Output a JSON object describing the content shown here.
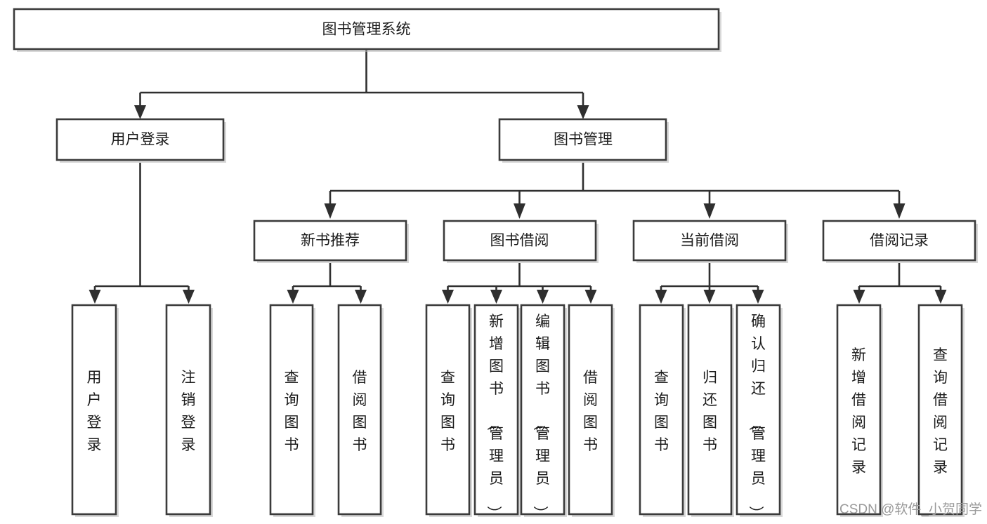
{
  "diagram": {
    "title": "图书管理系统",
    "type": "function-structure-tree",
    "watermark": "CSDN @软件_小贺同学",
    "colors": {
      "box_fill": "#ffffff",
      "box_stroke": "#3b3b3b",
      "connector": "#2f2f2f",
      "text": "#1b1b1b",
      "watermark": "#9a9a9a",
      "background": "#ffffff"
    },
    "root": {
      "id": "root",
      "label": "图书管理系统",
      "orientation": "horizontal"
    },
    "level2": [
      {
        "id": "user-login",
        "label": "用户登录",
        "orientation": "horizontal"
      },
      {
        "id": "book-manage",
        "label": "图书管理",
        "orientation": "horizontal"
      }
    ],
    "level3": [
      {
        "id": "new-book-rec",
        "label": "新书推荐",
        "orientation": "horizontal",
        "parent": "book-manage"
      },
      {
        "id": "book-borrow",
        "label": "图书借阅",
        "orientation": "horizontal",
        "parent": "book-manage"
      },
      {
        "id": "current-borrow",
        "label": "当前借阅",
        "orientation": "horizontal",
        "parent": "book-manage"
      },
      {
        "id": "borrow-record",
        "label": "借阅记录",
        "orientation": "horizontal",
        "parent": "book-manage"
      }
    ],
    "leaves": [
      {
        "id": "leaf-user-login",
        "label": "用户登录",
        "orientation": "vertical",
        "parent": "user-login"
      },
      {
        "id": "leaf-user-logout",
        "label": "注销登录",
        "orientation": "vertical",
        "parent": "user-login"
      },
      {
        "id": "leaf-query-book-1",
        "label": "查询图书",
        "orientation": "vertical",
        "parent": "new-book-rec"
      },
      {
        "id": "leaf-borrow-book-1",
        "label": "借阅图书",
        "orientation": "vertical",
        "parent": "new-book-rec"
      },
      {
        "id": "leaf-query-book-2",
        "label": "查询图书",
        "orientation": "vertical",
        "parent": "book-borrow"
      },
      {
        "id": "leaf-add-book",
        "label": "新增图书（管理员）",
        "orientation": "vertical",
        "parent": "book-borrow"
      },
      {
        "id": "leaf-edit-book",
        "label": "编辑图书（管理员）",
        "orientation": "vertical",
        "parent": "book-borrow"
      },
      {
        "id": "leaf-borrow-book-2",
        "label": "借阅图书",
        "orientation": "vertical",
        "parent": "book-borrow"
      },
      {
        "id": "leaf-query-book-3",
        "label": "查询图书",
        "orientation": "vertical",
        "parent": "current-borrow"
      },
      {
        "id": "leaf-return-book",
        "label": "归还图书",
        "orientation": "vertical",
        "parent": "current-borrow"
      },
      {
        "id": "leaf-confirm-return",
        "label": "确认归还（管理员）",
        "orientation": "vertical",
        "parent": "current-borrow"
      },
      {
        "id": "leaf-add-record",
        "label": "新增借阅记录",
        "orientation": "vertical",
        "parent": "borrow-record"
      },
      {
        "id": "leaf-query-record",
        "label": "查询借阅记录",
        "orientation": "vertical",
        "parent": "borrow-record"
      }
    ]
  }
}
